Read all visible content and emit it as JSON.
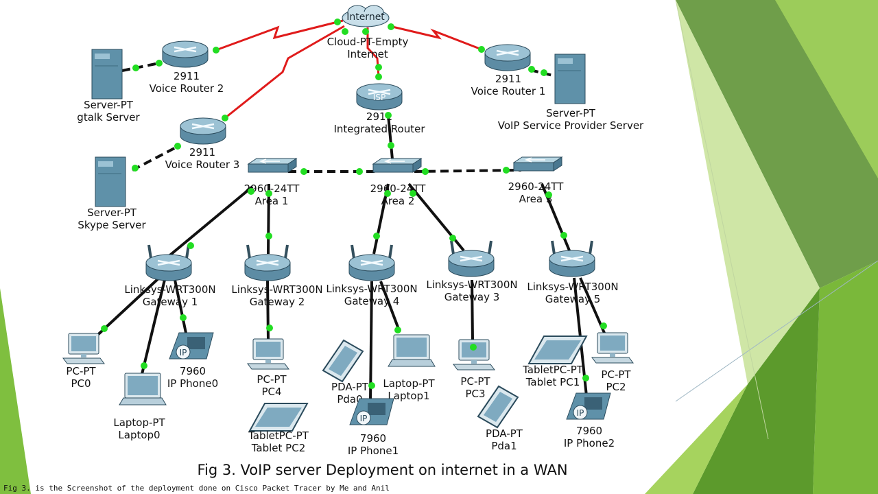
{
  "diagram": {
    "nodes": [
      {
        "id": "cloud",
        "type": "cloud",
        "icon_label": "Internet",
        "labels": [
          "Cloud-PT-Empty",
          "Internet"
        ]
      },
      {
        "id": "isp",
        "type": "router",
        "icon_label": "ISP",
        "labels": [
          "2911",
          "Integrated Router"
        ]
      },
      {
        "id": "vr2",
        "type": "router",
        "labels": [
          "2911",
          "Voice Router 2"
        ]
      },
      {
        "id": "vr1",
        "type": "router",
        "labels": [
          "2911",
          "Voice Router 1"
        ]
      },
      {
        "id": "vr3",
        "type": "router",
        "labels": [
          "2911",
          "Voice Router 3"
        ]
      },
      {
        "id": "srv_gtalk",
        "type": "server",
        "labels": [
          "Server-PT",
          "gtalk Server"
        ]
      },
      {
        "id": "srv_voip",
        "type": "server",
        "labels": [
          "Server-PT",
          "VoIP Service Provider Server"
        ]
      },
      {
        "id": "srv_skype",
        "type": "server",
        "labels": [
          "Server-PT",
          "Skype Server"
        ]
      },
      {
        "id": "sw1",
        "type": "switch",
        "labels": [
          "2960-24TT",
          "Area 1"
        ]
      },
      {
        "id": "sw2",
        "type": "switch",
        "labels": [
          "2960-24TT",
          "Area 2"
        ]
      },
      {
        "id": "sw3",
        "type": "switch",
        "labels": [
          "2960-24TT",
          "Area 3"
        ]
      },
      {
        "id": "gw1",
        "type": "wireless",
        "labels": [
          "Linksys-WRT300N",
          "Gateway 1"
        ]
      },
      {
        "id": "gw2",
        "type": "wireless",
        "labels": [
          "Linksys-WRT300N",
          "Gateway 2"
        ]
      },
      {
        "id": "gw4",
        "type": "wireless",
        "labels": [
          "Linksys-WRT300N",
          "Gateway 4"
        ]
      },
      {
        "id": "gw3",
        "type": "wireless",
        "labels": [
          "Linksys-WRT300N",
          "Gateway 3"
        ]
      },
      {
        "id": "gw5",
        "type": "wireless",
        "labels": [
          "Linksys-WRT300N",
          "Gateway 5"
        ]
      },
      {
        "id": "pc0",
        "type": "pc",
        "labels": [
          "PC-PT",
          "PC0"
        ]
      },
      {
        "id": "laptop0",
        "type": "laptop",
        "labels": [
          "Laptop-PT",
          "Laptop0"
        ]
      },
      {
        "id": "phone0",
        "type": "phone",
        "labels": [
          "7960",
          "IP Phone0"
        ]
      },
      {
        "id": "pc4",
        "type": "pc",
        "labels": [
          "PC-PT",
          "PC4"
        ]
      },
      {
        "id": "tablet2",
        "type": "tablet",
        "labels": [
          "TabletPC-PT",
          "Tablet PC2"
        ]
      },
      {
        "id": "pda0",
        "type": "pda",
        "labels": [
          "PDA-PT",
          "Pda0"
        ]
      },
      {
        "id": "laptop1",
        "type": "laptop",
        "labels": [
          "Laptop-PT",
          "Laptop1"
        ]
      },
      {
        "id": "phone1",
        "type": "phone",
        "labels": [
          "7960",
          "IP Phone1"
        ]
      },
      {
        "id": "pc3",
        "type": "pc",
        "labels": [
          "PC-PT",
          "PC3"
        ]
      },
      {
        "id": "pda1",
        "type": "pda",
        "labels": [
          "PDA-PT",
          "Pda1"
        ]
      },
      {
        "id": "tablet1",
        "type": "tablet",
        "labels": [
          "TabletPC-PT",
          "Tablet PC1"
        ]
      },
      {
        "id": "pc2",
        "type": "pc",
        "labels": [
          "PC-PT",
          "PC2"
        ]
      },
      {
        "id": "phone2",
        "type": "phone",
        "labels": [
          "7960",
          "IP Phone2"
        ]
      }
    ],
    "links": [
      {
        "from": "cloud",
        "to": "vr2",
        "kind": "serial"
      },
      {
        "from": "cloud",
        "to": "vr3",
        "kind": "serial"
      },
      {
        "from": "cloud",
        "to": "vr1",
        "kind": "serial"
      },
      {
        "from": "cloud",
        "to": "isp",
        "kind": "serial"
      },
      {
        "from": "vr2",
        "to": "srv_gtalk",
        "kind": "crossover"
      },
      {
        "from": "vr1",
        "to": "srv_voip",
        "kind": "crossover"
      },
      {
        "from": "vr3",
        "to": "srv_skype",
        "kind": "crossover"
      },
      {
        "from": "isp",
        "to": "sw2",
        "kind": "straight"
      },
      {
        "from": "sw1",
        "to": "sw2",
        "kind": "crossover"
      },
      {
        "from": "sw2",
        "to": "sw3",
        "kind": "crossover"
      },
      {
        "from": "sw1",
        "to": "gw1",
        "kind": "straight"
      },
      {
        "from": "sw1",
        "to": "gw2",
        "kind": "straight"
      },
      {
        "from": "sw2",
        "to": "gw4",
        "kind": "straight"
      },
      {
        "from": "sw2",
        "to": "gw3",
        "kind": "straight"
      },
      {
        "from": "sw3",
        "to": "gw5",
        "kind": "straight"
      },
      {
        "from": "gw1",
        "to": "pc0",
        "kind": "straight"
      },
      {
        "from": "gw1",
        "to": "laptop0",
        "kind": "straight"
      },
      {
        "from": "gw1",
        "to": "phone0",
        "kind": "straight"
      },
      {
        "from": "gw2",
        "to": "pc4",
        "kind": "straight"
      },
      {
        "from": "gw4",
        "to": "phone1",
        "kind": "straight"
      },
      {
        "from": "gw4",
        "to": "laptop1",
        "kind": "straight"
      },
      {
        "from": "gw3",
        "to": "pc3",
        "kind": "straight"
      },
      {
        "from": "gw5",
        "to": "phone2",
        "kind": "straight"
      },
      {
        "from": "gw5",
        "to": "pc2",
        "kind": "straight"
      }
    ]
  },
  "caption": "Fig 3. VoIP server Deployment on internet in a WAN",
  "footnote": "Fig 3. is the Screenshot  of the deployment  done on Cisco Packet Tracer by Me and Anil",
  "colors": {
    "serial_link": "#e01b1b",
    "ethernet_link": "#111111",
    "port_dot": "#22dd22",
    "device_fill": "#6f9fb6",
    "green_dark": "#5f9e3a",
    "green_light": "#a8d36a"
  }
}
